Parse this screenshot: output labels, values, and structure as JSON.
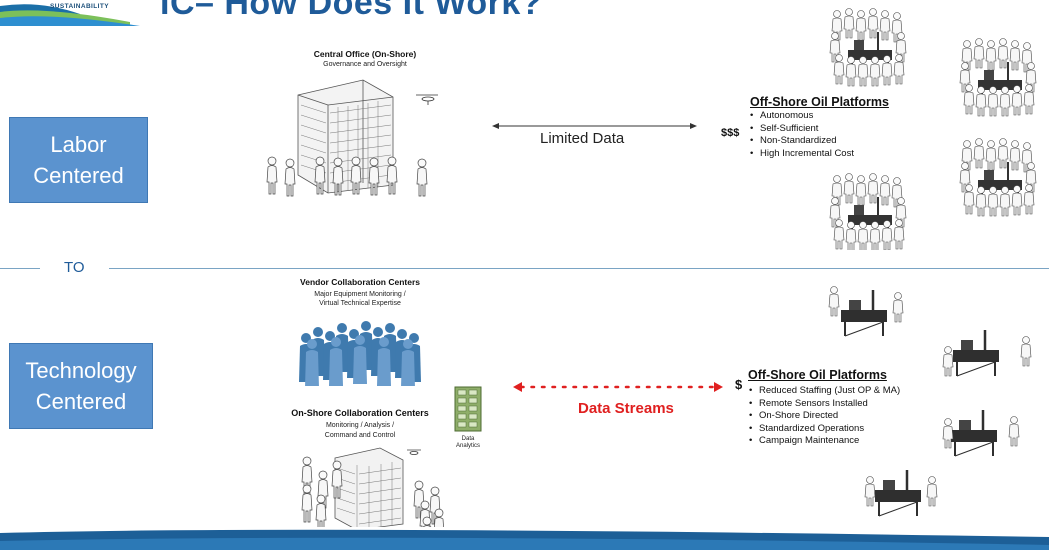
{
  "slide": {
    "title": "IC– How Does It Work?",
    "logo_text": "SUSTAINABILITY"
  },
  "top_section": {
    "box_label_lines": [
      "Labor",
      "Centered"
    ],
    "central_office": {
      "title": "Central Office (On-Shore)",
      "subtitle": "Governance and Oversight"
    },
    "link_label": "Limited Data",
    "cost": "$$$",
    "platforms": {
      "title": "Off-Shore Oil Platforms",
      "bullets": [
        "Autonomous",
        "Self-Sufficient",
        "Non-Standardized",
        "High Incremental Cost"
      ]
    }
  },
  "divider_label": "TO",
  "bottom_section": {
    "box_label_lines": [
      "Technology",
      "Centered"
    ],
    "vendor_centers": {
      "title": "Vendor Collaboration Centers",
      "subtitle_lines": [
        "Major Equipment Monitoring /",
        "Virtual Technical Expertise"
      ]
    },
    "onshore_centers": {
      "title": "On-Shore Collaboration Centers",
      "subtitle_lines": [
        "Monitoring / Analysis /",
        "Command and Control"
      ]
    },
    "data_analytics_lines": [
      "Data",
      "Analytics"
    ],
    "link_label": "Data Streams",
    "cost": "$",
    "platforms": {
      "title": "Off-Shore Oil Platforms",
      "bullets": [
        "Reduced  Staffing (Just OP & MA)",
        "Remote Sensors Installed",
        "On-Shore Directed",
        "Standardized Operations",
        "Campaign Maintenance"
      ]
    }
  },
  "colors": {
    "title_blue": "#1f5b99",
    "box_blue": "#5b93cf",
    "data_stream_red": "#e02020",
    "people_crowd": "#4f86b8"
  }
}
